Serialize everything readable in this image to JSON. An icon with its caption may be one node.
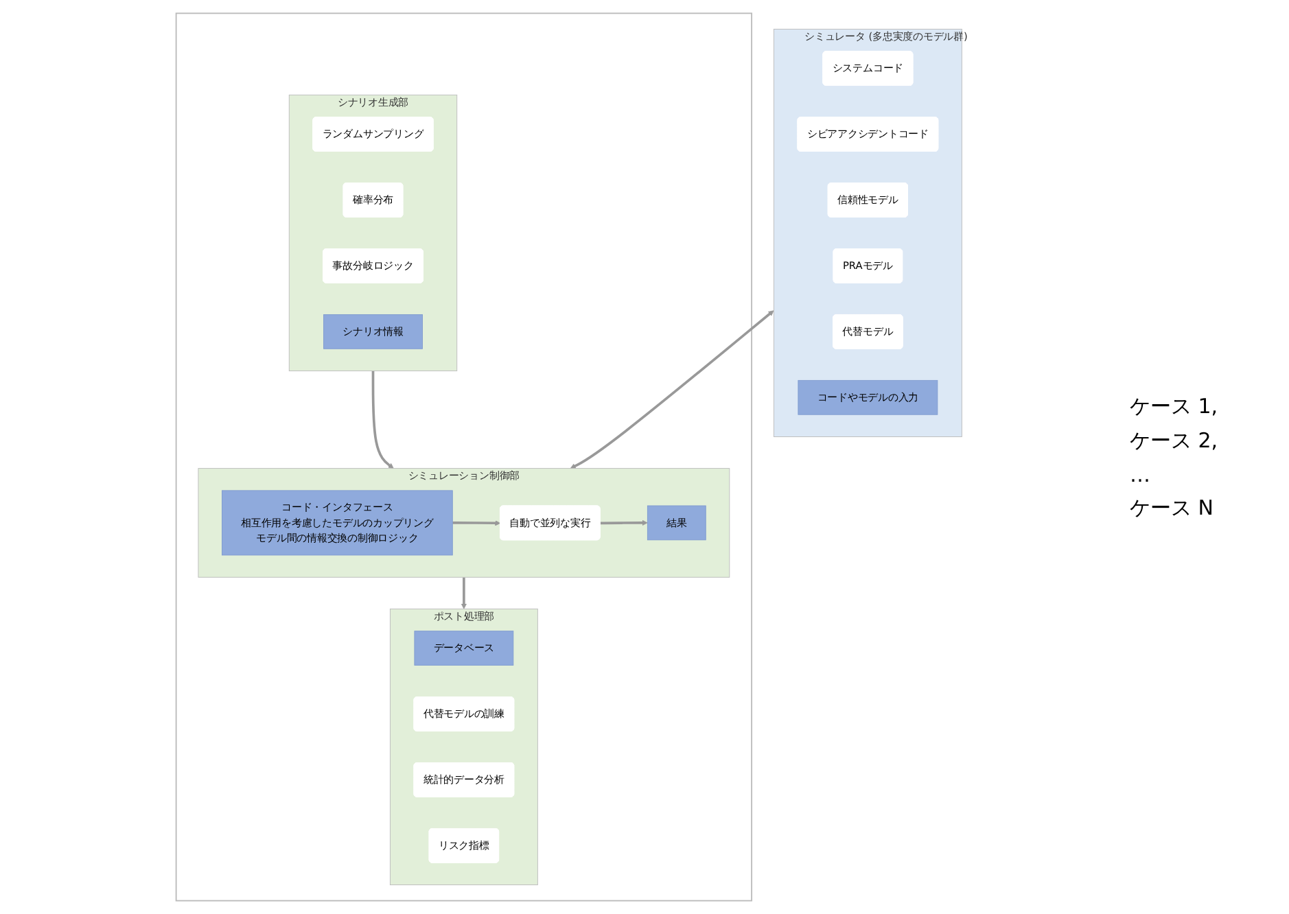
{
  "diagram": {
    "nodes": [
      {
        "text": [
          "シミュレータ",
          "(多忠実度のモデル群)"
        ]
      },
      {
        "text": [
          "システムコード"
        ],
        "in": 0
      },
      {
        "text": [
          "シビアアクシデントコード"
        ],
        "in": 0
      },
      {
        "text": [
          "信頼性モデル"
        ],
        "in": 0
      },
      {
        "text": [
          "PRAモデル"
        ],
        "in": 0
      },
      {
        "text": [
          "代替モデル"
        ],
        "in": 0
      },
      {
        "text": [
          "コードやモデルの入力"
        ],
        "in": 0
      },
      {
        "text": [],
        "shape": "box"
      },
      {
        "text": [
          "シナリオ生成部"
        ],
        "in": 7
      },
      {
        "text": [
          "ランダムサンプリング"
        ],
        "in": 8
      },
      {
        "text": [
          "確率分布"
        ],
        "in": 8
      },
      {
        "text": [
          "事故分岐ロジック"
        ],
        "in": 8
      },
      {
        "text": [
          "シナリオ情報"
        ],
        "in": 8
      },
      {
        "text": [
          "シミュレーション制御部"
        ],
        "in": 7
      },
      {
        "text": [
          "コード・インタフェース",
          "相互作用を考慮したモデルのカップリング",
          "モデル間の情報交換の制御ロジック"
        ],
        "in": 13
      },
      {
        "text": [
          "自動で並列な実行"
        ],
        "in": 13
      },
      {
        "text": [
          "結果"
        ],
        "in": 13
      },
      {
        "text": [
          "ポスト処理部"
        ],
        "in": 7
      },
      {
        "text": [
          "データベース"
        ],
        "in": 17
      },
      {
        "text": [
          "代替モデルの訓練"
        ],
        "in": 17
      },
      {
        "text": [
          "統計的データ分析"
        ],
        "in": 17
      },
      {
        "text": [
          "リスク指標"
        ],
        "in": 17
      }
    ],
    "edges": [
      {
        "from": 8,
        "to": 13,
        "arrow": "to"
      },
      {
        "from": 0,
        "to": 13,
        "arrow": "both"
      },
      {
        "from": 14,
        "to": 15,
        "arrow": "to"
      },
      {
        "from": 15,
        "to": 16,
        "arrow": "to"
      },
      {
        "from": 13,
        "to": 17,
        "arrow": "to"
      }
    ],
    "labels": [
      "ケース 1,",
      "ケース 2,",
      "…",
      "ケース N"
    ]
  }
}
